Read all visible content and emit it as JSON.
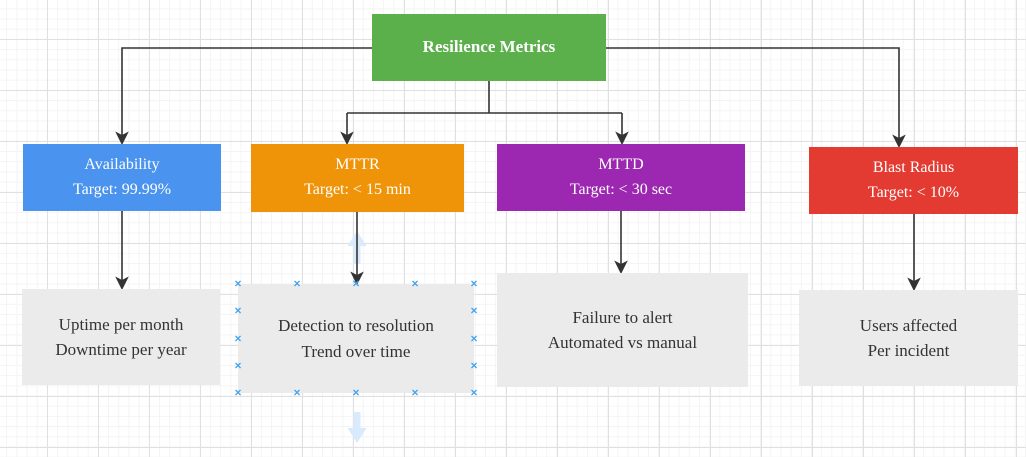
{
  "canvas": {
    "background_color": "#ffffff",
    "grid_minor_color": "#f4f4f4",
    "grid_major_color": "#e0e0e0"
  },
  "diagram": {
    "root": {
      "label": "Resilience Metrics",
      "color": "#5CB04C",
      "text_color": "#ffffff"
    },
    "metrics": [
      {
        "title": "Availability",
        "target": "Target: 99.99%",
        "color": "#4A93EE"
      },
      {
        "title": "MTTR",
        "target": "Target: < 15 min",
        "color": "#EF9408"
      },
      {
        "title": "MTTD",
        "target": "Target: < 30 sec",
        "color": "#9C27B0"
      },
      {
        "title": "Blast Radius",
        "target": "Target: < 10%",
        "color": "#E33B32"
      }
    ],
    "details": [
      {
        "line1": "Uptime per month",
        "line2": "Downtime per year",
        "selected": false
      },
      {
        "line1": "Detection to resolution",
        "line2": "Trend over time",
        "selected": true
      },
      {
        "line1": "Failure to alert",
        "line2": "Automated vs manual",
        "selected": false
      },
      {
        "line1": "Users affected",
        "line2": "Per incident",
        "selected": false
      }
    ],
    "detail_fill": "#EBEBEB",
    "detail_text_color": "#333333",
    "connector_color": "#333333",
    "selection_handle_color": "#42A3F0",
    "hover_arrow_color": "#D8EAFB",
    "selection_handle_glyph": "×"
  }
}
